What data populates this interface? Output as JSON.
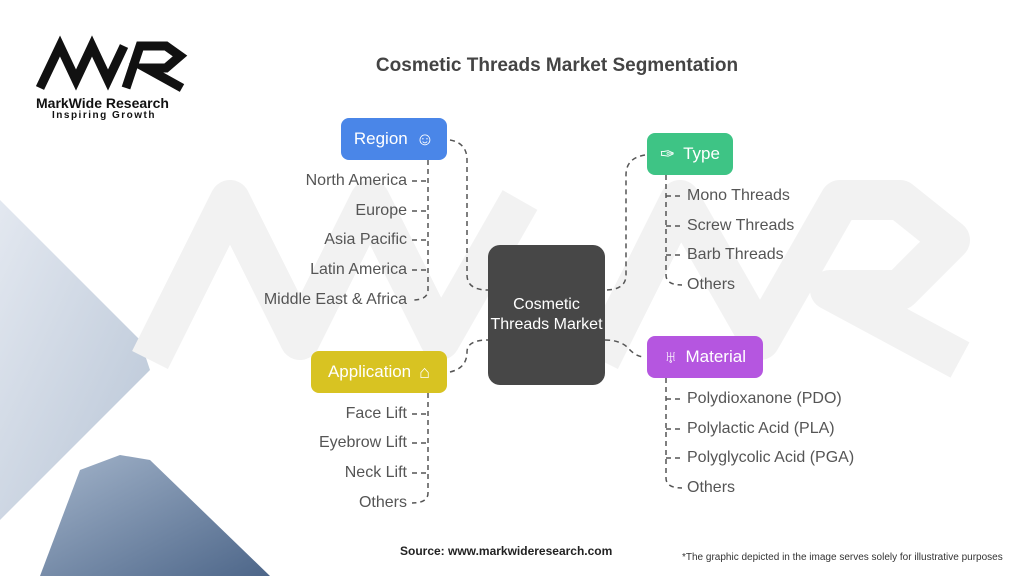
{
  "logo": {
    "mark": "MWR",
    "name": "MarkWide Research",
    "tagline": "Inspiring Growth"
  },
  "title": "Cosmetic Threads Market Segmentation",
  "center": {
    "label": "Cosmetic Threads Market"
  },
  "colors": {
    "region": "#4a86e8",
    "type": "#3ec485",
    "application": "#d8c322",
    "material": "#b556e0",
    "center": "#474747"
  },
  "segments": {
    "region": {
      "label": "Region",
      "icon": "brain-icon",
      "items": [
        "North America",
        "Europe",
        "Asia Pacific",
        "Latin America",
        "Middle East & Africa"
      ]
    },
    "type": {
      "label": "Type",
      "icon": "thread-icon",
      "items": [
        "Mono Threads",
        "Screw Threads",
        "Barb Threads",
        "Others"
      ]
    },
    "application": {
      "label": "Application",
      "icon": "hut-icon",
      "items": [
        "Face Lift",
        "Eyebrow Lift",
        "Neck Lift",
        "Others"
      ]
    },
    "material": {
      "label": "Material",
      "icon": "pelvis-icon",
      "items": [
        "Polydioxanone (PDO)",
        "Polylactic Acid (PLA)",
        "Polyglycolic Acid (PGA)",
        "Others"
      ]
    }
  },
  "footer": {
    "source": "Source: www.markwideresearch.com",
    "note": "*The graphic depicted in the image serves solely for illustrative purposes"
  }
}
